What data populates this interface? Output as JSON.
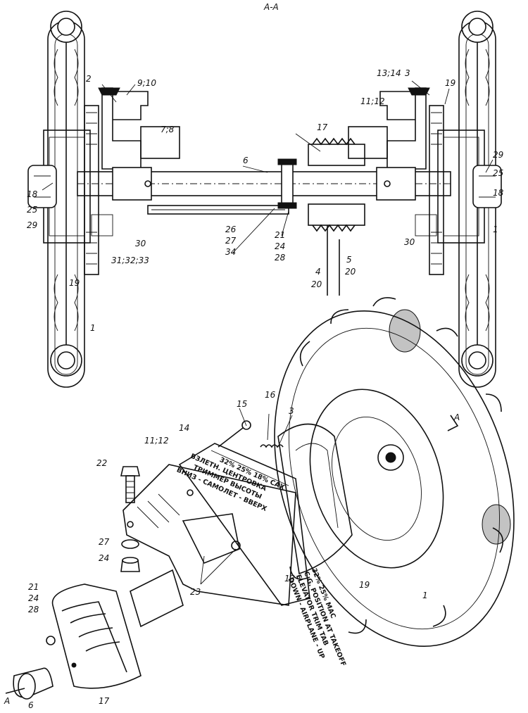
{
  "section_label": "A-A",
  "view_marker_label": "A",
  "bottom_marker_label": "A",
  "top_labels": {
    "l2": "2",
    "l3": "3",
    "l9_10": "9;10",
    "l13_14": "13;14",
    "l19_right": "19",
    "l11_12": "11;12",
    "l7_8": "7;8",
    "l17": "17",
    "l6": "6",
    "l29_right": "29",
    "l25_right": "25",
    "l18_right": "18",
    "l1_right": "1",
    "l18_left": "18",
    "l25_left": "25",
    "l29_left": "29",
    "l30_left": "30",
    "l30_right": "30",
    "l31_32_33": "31;32;33",
    "l19_left": "19",
    "l1_left": "1",
    "l26": "26",
    "l27": "27",
    "l34": "34",
    "l21": "21",
    "l24": "24",
    "l28": "28",
    "l4": "4",
    "l20_a": "20",
    "l5": "5",
    "l20_b": "20"
  },
  "bottom_labels": {
    "l15": "15",
    "l16": "16",
    "l3": "3",
    "l14": "14",
    "l11_12": "11;12",
    "l22": "22",
    "l27": "27",
    "l24": "24",
    "l21": "21",
    "l24b": "24",
    "l28": "28",
    "l23": "23",
    "l13": "13",
    "l19": "19",
    "l1": "1",
    "l6": "6",
    "l17": "17"
  },
  "trim_scale": {
    "ru_line1": "ВЗЛЕТН. ЦЕНТРОВКА",
    "ru_line2": "ТРИММЕР ВЫСОТЫ",
    "ru_line3": "ВНИЗ - САМОЛЕТ - ВВЕРХ",
    "ru_percent": "32% 25% 18% САХ",
    "en_percent": "32% 25% MAC",
    "en_line1": "C.G. POSITION AT TAKEOFF",
    "en_line2": "ELEVATOR TRIM TAB",
    "en_line3": "DOWN - AIRPLANE - UP"
  }
}
